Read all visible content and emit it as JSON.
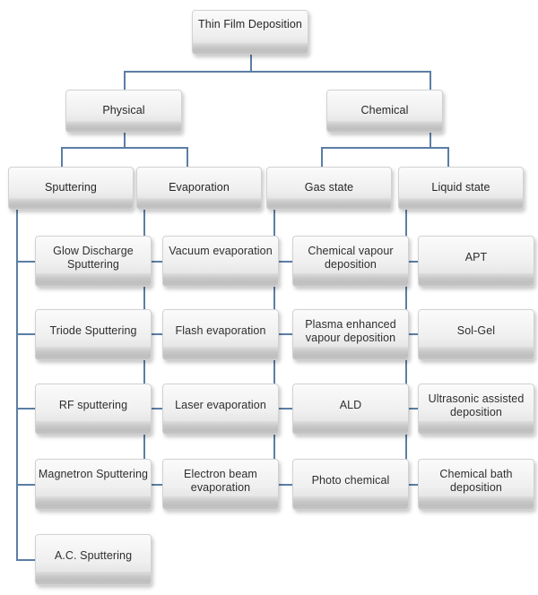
{
  "diagram": {
    "title": "Thin Film Deposition",
    "type": "tree",
    "accent_color": "#5b7ea5",
    "box_fill_top": "#fbfbfb",
    "box_fill_bottom": "#c4c4c5",
    "background": "#ffffff",
    "root": {
      "label": "Thin Film Deposition"
    },
    "level2": [
      {
        "label": "Physical"
      },
      {
        "label": "Chemical"
      }
    ],
    "level3": [
      {
        "label": "Sputtering"
      },
      {
        "label": "Evaporation"
      },
      {
        "label": "Gas state"
      },
      {
        "label": "Liquid state"
      }
    ],
    "columns": [
      {
        "parent": "Sputtering",
        "leaves": [
          {
            "label": "Glow Discharge Sputtering"
          },
          {
            "label": "Triode Sputtering"
          },
          {
            "label": "RF sputtering"
          },
          {
            "label": "Magnetron Sputtering"
          },
          {
            "label": "A.C. Sputtering"
          }
        ]
      },
      {
        "parent": "Evaporation",
        "leaves": [
          {
            "label": "Vacuum evaporation"
          },
          {
            "label": "Flash evaporation"
          },
          {
            "label": "Laser evaporation"
          },
          {
            "label": "Electron beam evaporation"
          }
        ]
      },
      {
        "parent": "Gas state",
        "leaves": [
          {
            "label": "Chemical vapour deposition"
          },
          {
            "label": "Plasma enhanced vapour deposition"
          },
          {
            "label": "ALD"
          },
          {
            "label": "Photo chemical"
          }
        ]
      },
      {
        "parent": "Liquid state",
        "leaves": [
          {
            "label": "APT"
          },
          {
            "label": "Sol-Gel"
          },
          {
            "label": "Ultrasonic assisted deposition"
          },
          {
            "label": "Chemical bath deposition"
          }
        ]
      }
    ]
  }
}
